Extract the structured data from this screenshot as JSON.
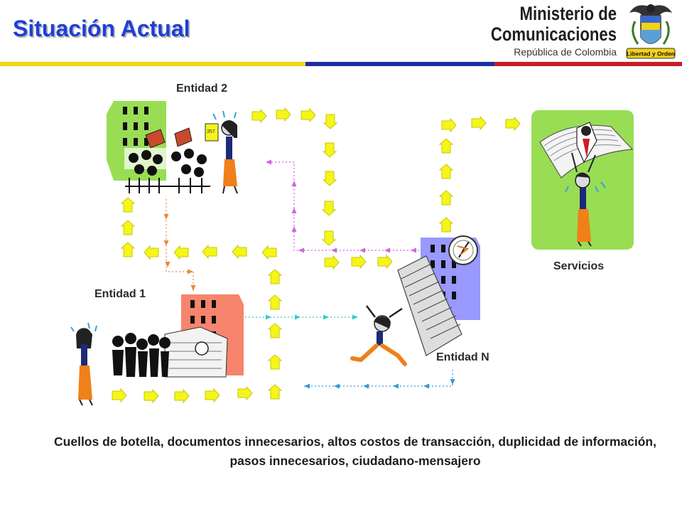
{
  "header": {
    "title": "Situación Actual",
    "ministry_line1": "Ministerio de",
    "ministry_line2": "Comunicaciones",
    "ministry_line3": "República de Colombia",
    "motto": "Libertad y Orden"
  },
  "topbar_colors": [
    "#f2d21a",
    "#1b2fa0",
    "#c81e2a"
  ],
  "labels": {
    "entidad2": "Entidad 2",
    "entidad1": "Entidad 1",
    "entidadN": "Entidad N",
    "servicios": "Servicios"
  },
  "document_number": "357",
  "caption": "Cuellos de botella, documentos innecesarios, altos costos de transacción, duplicidad de información, pasos innecesarios, ciudadano-mensajero",
  "colors": {
    "arrow_yellow": "#f5f51a",
    "arrow_outline": "#c9c900",
    "building_green": "#99dd55",
    "building_salmon": "#f7846c",
    "building_blue": "#9999ff",
    "services_panel": "#99dd55",
    "dotted_orange": "#e8893a",
    "dotted_magenta": "#cc66dd",
    "dotted_cyan": "#33cccc",
    "dotted_blue": "#3399dd"
  }
}
